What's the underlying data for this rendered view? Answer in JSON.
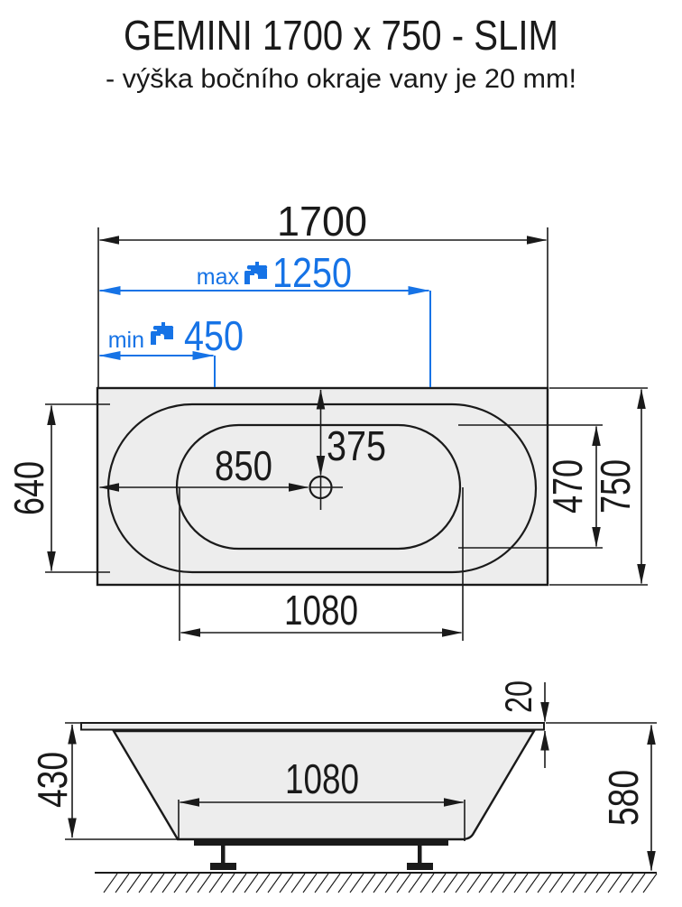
{
  "title": "GEMINI 1700 x 750 - SLIM",
  "subtitle": "- výška bočního okraje vany je 20 mm!",
  "colors": {
    "line": "#1a1a1a",
    "accent_blue": "#1673e6",
    "fill_gray": "#ededed"
  },
  "top_view": {
    "overall_length": "1700",
    "faucet_max_prefix": "max",
    "faucet_max_distance": "1250",
    "faucet_min_prefix": "min",
    "faucet_min_distance": "450",
    "drain_offset_from_top": "375",
    "drain_offset_from_left": "850",
    "rim_inner_width": "640",
    "basin_inner_width": "470",
    "overall_width": "750",
    "basin_length": "1080"
  },
  "side_view": {
    "inner_depth": "430",
    "bottom_length": "1080",
    "edge_height": "20",
    "overall_height": "580"
  }
}
